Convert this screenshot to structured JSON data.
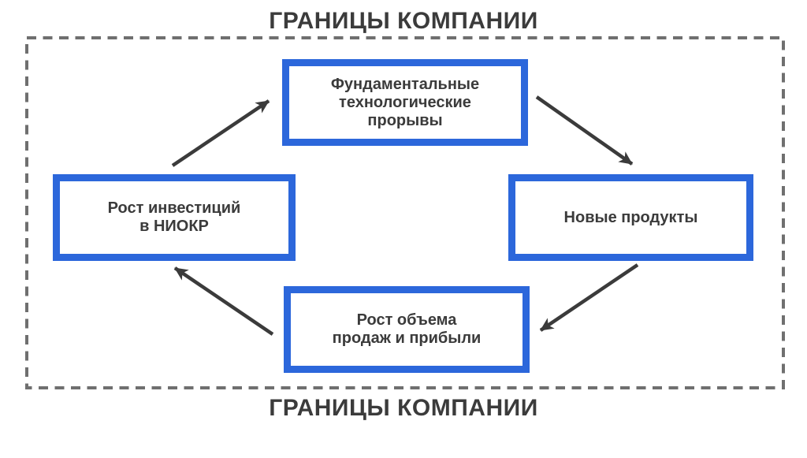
{
  "diagram": {
    "boundary_label_top": "ГРАНИЦЫ КОМПАНИИ",
    "boundary_label_bottom": "ГРАНИЦЫ КОМПАНИИ",
    "boxes": [
      {
        "id": "fundamental-breakthroughs",
        "label": "Фундаментальные технологические прорывы",
        "lines": [
          "Фундаментальные",
          "технологические",
          "прорывы"
        ]
      },
      {
        "id": "rd-investment-growth",
        "label": "Рост инвестиций в НИОКР",
        "lines": [
          "Рост инвестиций",
          "в НИОКР"
        ]
      },
      {
        "id": "new-products",
        "label": "Новые продукты",
        "lines": [
          "Новые продукты"
        ]
      },
      {
        "id": "sales-profit-growth",
        "label": "Рост объема продаж и прибыли",
        "lines": [
          "Рост объема",
          "продаж и прибыли"
        ]
      }
    ],
    "edges": [
      {
        "from": "Рост инвестиций в НИОКР",
        "to": "Фундаментальные технологические прорывы"
      },
      {
        "from": "Фундаментальные технологические прорывы",
        "to": "Новые продукты"
      },
      {
        "from": "Новые продукты",
        "to": "Рост объема продаж и прибыли"
      },
      {
        "from": "Рост объема продаж и прибыли",
        "to": "Рост инвестиций в НИОКР"
      }
    ],
    "colors": {
      "box_border": "#2c67db",
      "text": "#3b3b3b",
      "arrow": "#3b3b3b",
      "dashed_boundary": "#6f6f6f",
      "background": "#ffffff"
    }
  }
}
